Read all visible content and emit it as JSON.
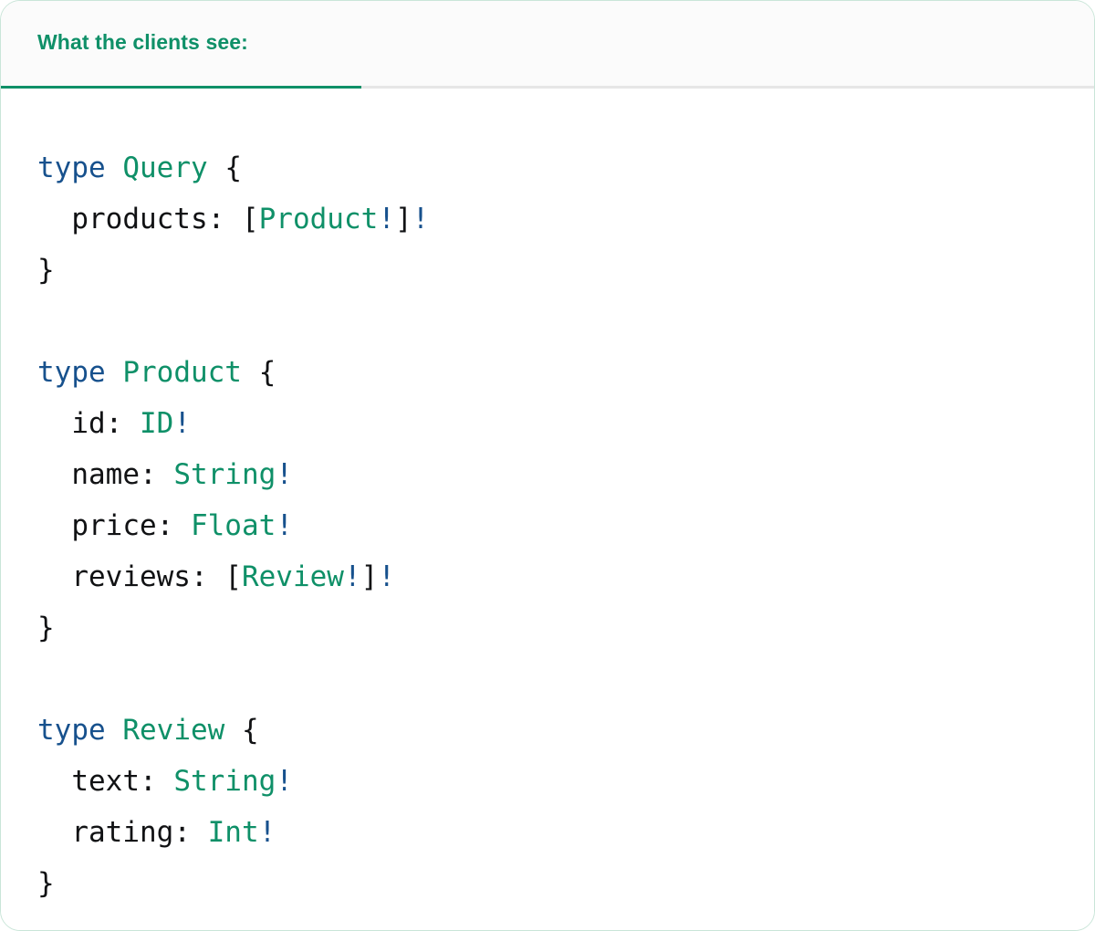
{
  "card": {
    "border_color": "#c9e5d8",
    "background": "#ffffff"
  },
  "header": {
    "title": "What the clients see:",
    "background": "#fbfbfb",
    "title_color": "#0f9068",
    "underline_color": "#0f9068",
    "divider_color": "#e6e6e6"
  },
  "palette": {
    "keyword": "#17518d",
    "typename": "#0f9068",
    "type": "#0f9068",
    "field": "#111214",
    "punct": "#111214",
    "bang": "#17518d",
    "plain": "#111214"
  },
  "code": {
    "language": "graphql",
    "raw": "type Query {\n  products: [Product!]!\n}\n\ntype Product {\n  id: ID!\n  name: String!\n  price: Float!\n  reviews: [Review!]!\n}\n\ntype Review {\n  text: String!\n  rating: Int!\n}",
    "lines": [
      {
        "tokens": [
          {
            "t": "type",
            "c": "keyword"
          },
          {
            "t": " ",
            "c": "plain"
          },
          {
            "t": "Query",
            "c": "typename"
          },
          {
            "t": " ",
            "c": "plain"
          },
          {
            "t": "{",
            "c": "punct"
          }
        ]
      },
      {
        "tokens": [
          {
            "t": "  ",
            "c": "plain"
          },
          {
            "t": "products",
            "c": "field"
          },
          {
            "t": ": ",
            "c": "punct"
          },
          {
            "t": "[",
            "c": "punct"
          },
          {
            "t": "Product",
            "c": "type"
          },
          {
            "t": "!",
            "c": "bang"
          },
          {
            "t": "]",
            "c": "punct"
          },
          {
            "t": "!",
            "c": "bang"
          }
        ]
      },
      {
        "tokens": [
          {
            "t": "}",
            "c": "punct"
          }
        ]
      },
      {
        "tokens": []
      },
      {
        "tokens": [
          {
            "t": "type",
            "c": "keyword"
          },
          {
            "t": " ",
            "c": "plain"
          },
          {
            "t": "Product",
            "c": "typename"
          },
          {
            "t": " ",
            "c": "plain"
          },
          {
            "t": "{",
            "c": "punct"
          }
        ]
      },
      {
        "tokens": [
          {
            "t": "  ",
            "c": "plain"
          },
          {
            "t": "id",
            "c": "field"
          },
          {
            "t": ": ",
            "c": "punct"
          },
          {
            "t": "ID",
            "c": "type"
          },
          {
            "t": "!",
            "c": "bang"
          }
        ]
      },
      {
        "tokens": [
          {
            "t": "  ",
            "c": "plain"
          },
          {
            "t": "name",
            "c": "field"
          },
          {
            "t": ": ",
            "c": "punct"
          },
          {
            "t": "String",
            "c": "type"
          },
          {
            "t": "!",
            "c": "bang"
          }
        ]
      },
      {
        "tokens": [
          {
            "t": "  ",
            "c": "plain"
          },
          {
            "t": "price",
            "c": "field"
          },
          {
            "t": ": ",
            "c": "punct"
          },
          {
            "t": "Float",
            "c": "type"
          },
          {
            "t": "!",
            "c": "bang"
          }
        ]
      },
      {
        "tokens": [
          {
            "t": "  ",
            "c": "plain"
          },
          {
            "t": "reviews",
            "c": "field"
          },
          {
            "t": ": ",
            "c": "punct"
          },
          {
            "t": "[",
            "c": "punct"
          },
          {
            "t": "Review",
            "c": "type"
          },
          {
            "t": "!",
            "c": "bang"
          },
          {
            "t": "]",
            "c": "punct"
          },
          {
            "t": "!",
            "c": "bang"
          }
        ]
      },
      {
        "tokens": [
          {
            "t": "}",
            "c": "punct"
          }
        ]
      },
      {
        "tokens": []
      },
      {
        "tokens": [
          {
            "t": "type",
            "c": "keyword"
          },
          {
            "t": " ",
            "c": "plain"
          },
          {
            "t": "Review",
            "c": "typename"
          },
          {
            "t": " ",
            "c": "plain"
          },
          {
            "t": "{",
            "c": "punct"
          }
        ]
      },
      {
        "tokens": [
          {
            "t": "  ",
            "c": "plain"
          },
          {
            "t": "text",
            "c": "field"
          },
          {
            "t": ": ",
            "c": "punct"
          },
          {
            "t": "String",
            "c": "type"
          },
          {
            "t": "!",
            "c": "bang"
          }
        ]
      },
      {
        "tokens": [
          {
            "t": "  ",
            "c": "plain"
          },
          {
            "t": "rating",
            "c": "field"
          },
          {
            "t": ": ",
            "c": "punct"
          },
          {
            "t": "Int",
            "c": "type"
          },
          {
            "t": "!",
            "c": "bang"
          }
        ]
      },
      {
        "tokens": [
          {
            "t": "}",
            "c": "punct"
          }
        ]
      }
    ]
  }
}
